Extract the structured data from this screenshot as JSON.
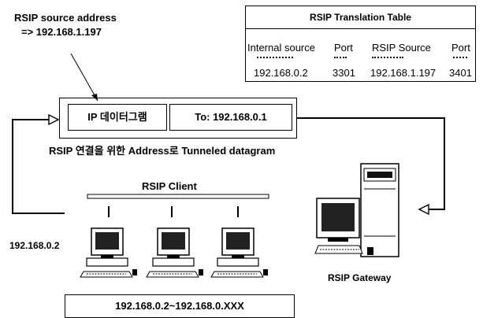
{
  "rsip_source": {
    "line1": "RSIP source address",
    "line2": "=> 192.168.1.197"
  },
  "translation_table": {
    "title": "RSIP Translation Table",
    "headers": [
      "Internal source",
      "Port",
      "RSIP Source",
      "Port"
    ],
    "row": [
      "192.168.0.2",
      "3301",
      "192.168.1.197",
      "3401"
    ]
  },
  "datagram": {
    "ip_label": "IP 데이터그램",
    "to_label": "To: 192.168.0.1"
  },
  "tunnel_caption": "RSIP 연결을 위한 Address로 Tunneled datagram",
  "client": {
    "label": "RSIP Client",
    "ip": "192.168.0.2",
    "range": "192.168.0.2~192.168.0.XXX"
  },
  "gateway": {
    "label": "RSIP Gateway"
  }
}
